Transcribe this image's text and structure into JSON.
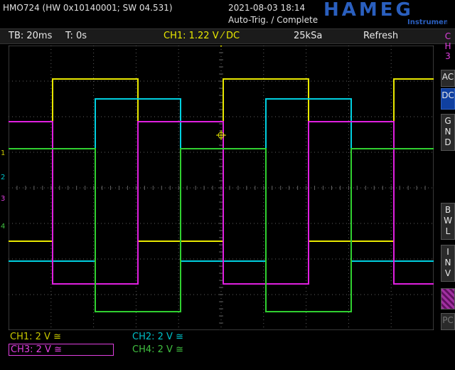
{
  "header": {
    "device_info": "HMO724 (HW 0x10140001; SW 04.531)",
    "datetime": "2021-08-03 18:14",
    "trigger_status": "Auto-Trig. / Complete",
    "logo_text": "HAMEG",
    "logo_sub": "Instruments"
  },
  "status_bar": {
    "timebase": "TB: 20ms",
    "time_offset": "T: 0s",
    "ch1_setting": "CH1: 1.22 V ⁄ DC",
    "sample_rate": "25kSa",
    "mode": "Refresh"
  },
  "side_menu": {
    "channel_title": [
      "C",
      "H",
      "3"
    ],
    "coupling_ac": "AC",
    "coupling_dc": "DC",
    "coupling_gnd": [
      "G",
      "N",
      "D"
    ],
    "bwl": [
      "B",
      "W",
      "L"
    ],
    "inv": [
      "I",
      "N",
      "V"
    ],
    "pc": "PC"
  },
  "channel_labels": {
    "ch1": "CH1: 2 V ≅",
    "ch2": "CH2: 2 V ≅",
    "ch3": "CH3: 2 V ≅",
    "ch4": "CH4: 2 V ≅"
  },
  "markers": {
    "m1": "1",
    "m2": "2",
    "m3": "3",
    "m4": "4"
  },
  "colors": {
    "ch1": "#e8e800",
    "ch2": "#00d0e0",
    "ch3": "#e020e0",
    "ch4": "#30d030",
    "grid": "#606060"
  }
}
